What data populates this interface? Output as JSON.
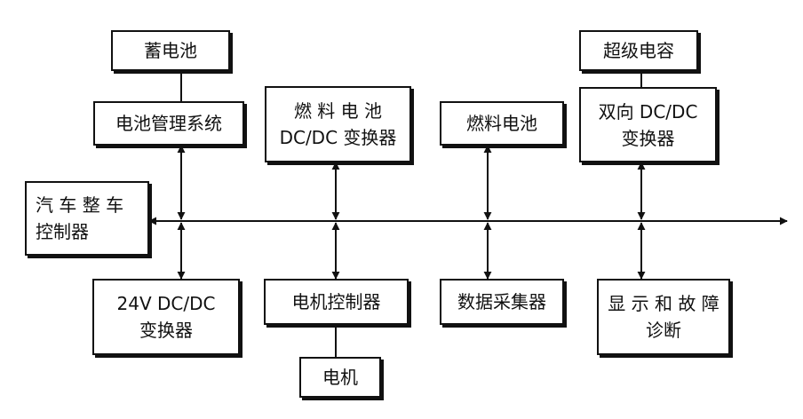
{
  "colors": {
    "line": "#111111",
    "background": "#ffffff"
  },
  "nodes": {
    "battery": [
      "蓄电池"
    ],
    "bms": [
      "电池管理系统"
    ],
    "fc_dcdc": [
      "燃 料 电 池",
      "DC/DC 变换器"
    ],
    "fuel_cell": [
      "燃料电池"
    ],
    "bidir_dcdc": [
      "双向 DC/DC",
      "变换器"
    ],
    "supercap": [
      "超级电容"
    ],
    "vcu": [
      "汽 车 整 车",
      "控制器"
    ],
    "dcdc_24v": [
      "24V  DC/DC",
      "变换器"
    ],
    "motor_controller": [
      "电机控制器"
    ],
    "motor": [
      "电机"
    ],
    "data_acq": [
      "数据采集器"
    ],
    "display_diag": [
      "显 示 和 故 障",
      "诊断"
    ]
  }
}
